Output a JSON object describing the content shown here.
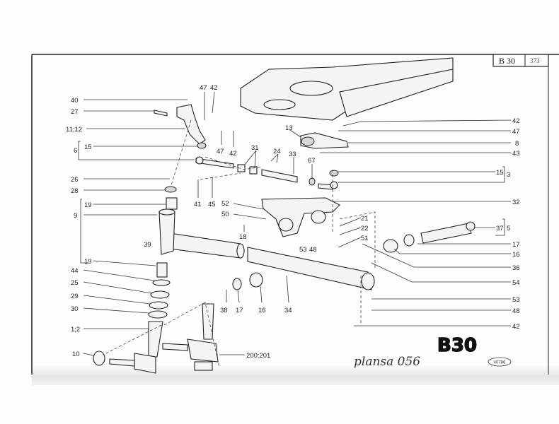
{
  "sheet": {
    "group_code": "B 30",
    "page_number": "373",
    "big_label": "B30",
    "handwritten_note": "plansa 056",
    "stamp": "40786"
  },
  "callouts": [
    "40",
    "27",
    "11;12",
    "15",
    "6",
    "26",
    "28",
    "19",
    "9",
    "39",
    "19",
    "44",
    "25",
    "29",
    "30",
    "1;2",
    "10",
    "200;201",
    "38",
    "17",
    "16",
    "34",
    "18",
    "53",
    "48",
    "50",
    "52",
    "41",
    "45",
    "47",
    "42",
    "47",
    "42",
    "31",
    "24",
    "33",
    "67",
    "13",
    "21",
    "22",
    "51",
    "42",
    "47",
    "8",
    "43",
    "15",
    "3",
    "32",
    "37",
    "5",
    "17",
    "16",
    "36",
    "54",
    "53",
    "48",
    "42"
  ]
}
